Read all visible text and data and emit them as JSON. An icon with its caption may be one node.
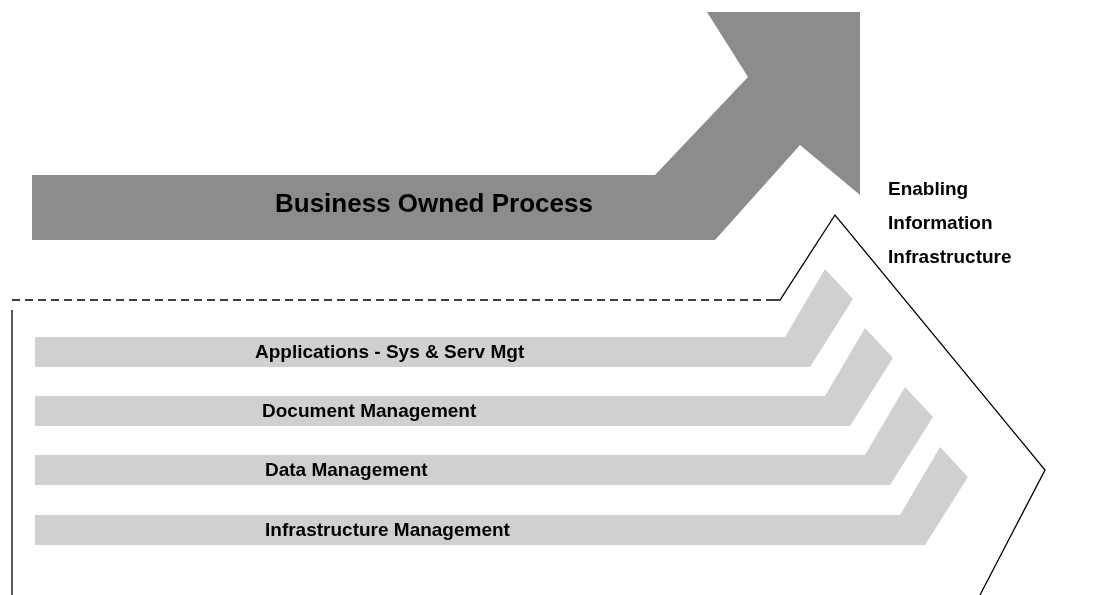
{
  "diagram": {
    "nodes": [
      {
        "text": [
          "Business Owned Process"
        ]
      },
      {
        "text": [
          "Enabling Information Infrastructure"
        ]
      },
      {
        "text": [
          "Applications - Sys & Serv Mgt"
        ],
        "in": 1
      },
      {
        "text": [
          "Document Management"
        ],
        "in": 1
      },
      {
        "text": [
          "Data Management"
        ],
        "in": 1
      },
      {
        "text": [
          "Infrastructure Management"
        ],
        "in": 1
      }
    ]
  }
}
